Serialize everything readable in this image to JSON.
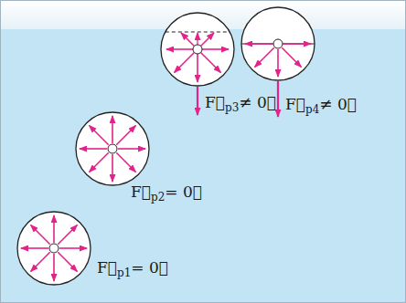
{
  "diagram": {
    "labels": [
      "F⃗p1= 0⃗",
      "F⃗p2= 0⃗",
      "F⃗p3≠ 0⃗",
      "F⃗p4≠ 0⃗"
    ]
  }
}
